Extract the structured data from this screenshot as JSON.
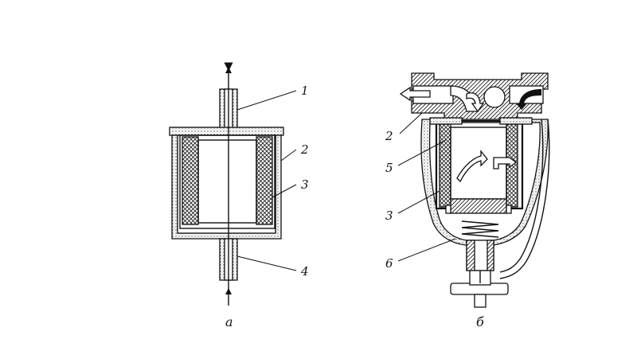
{
  "figure_a": {
    "caption": "а",
    "labels": [
      "1",
      "2",
      "3",
      "4"
    ]
  },
  "figure_b": {
    "caption": "б",
    "labels": [
      "2",
      "5",
      "3",
      "6"
    ]
  }
}
